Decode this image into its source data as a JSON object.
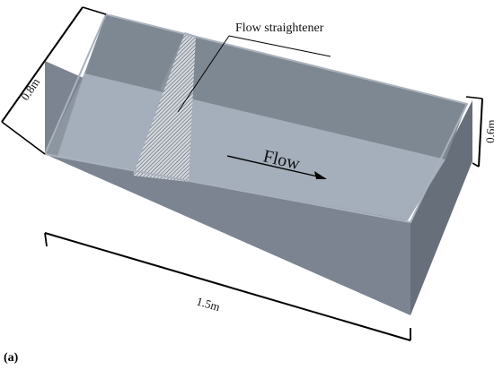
{
  "diagram": {
    "label_flow_straightener": "Flow straightener",
    "label_flow": "Flow",
    "dim_width": "0.8m",
    "dim_depth": "0.6m",
    "dim_length": "1.5m",
    "subfigure": "(a)"
  },
  "colors": {
    "floor": "#a3acb8",
    "outer_front": "#7b8490",
    "outer_right": "#666f7a",
    "inner_back": "#7e8893",
    "inner_left": "#8c96a1",
    "rim": "#aab2bd",
    "straightener": "#c9ced6",
    "ink": "#000000"
  }
}
